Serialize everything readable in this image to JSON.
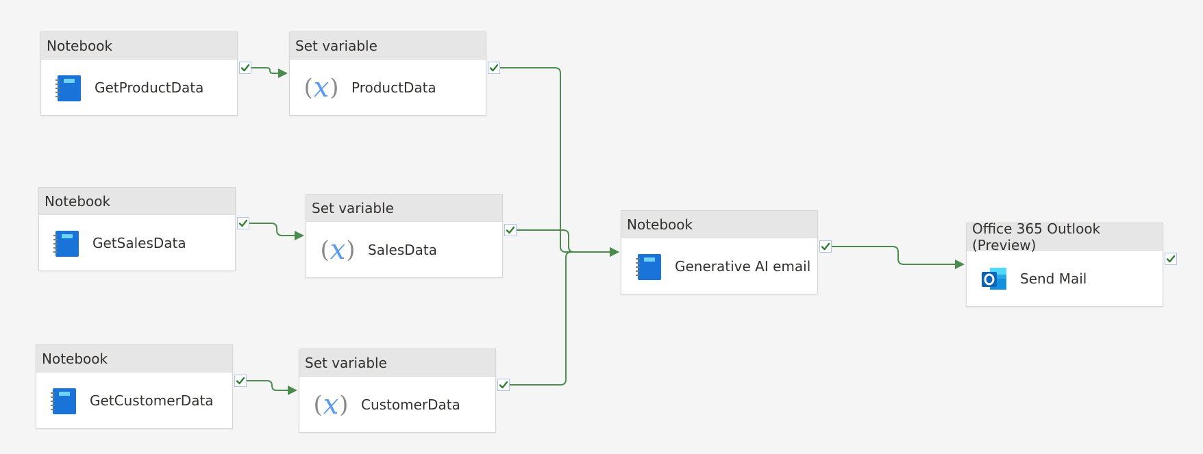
{
  "colors": {
    "connector": "#4a8c4e",
    "check": "#2e7d32",
    "header_bg": "#e6e6e6",
    "notebook_icon": "#1a73d9",
    "variable_x": "#5a9bf0"
  },
  "nodes": [
    {
      "id": "get-product-data",
      "type": "Notebook",
      "name": "GetProductData",
      "icon": "notebook-icon"
    },
    {
      "id": "set-product-data",
      "type": "Set variable",
      "name": "ProductData",
      "icon": "variable-icon"
    },
    {
      "id": "get-sales-data",
      "type": "Notebook",
      "name": "GetSalesData",
      "icon": "notebook-icon"
    },
    {
      "id": "set-sales-data",
      "type": "Set variable",
      "name": "SalesData",
      "icon": "variable-icon"
    },
    {
      "id": "get-customer-data",
      "type": "Notebook",
      "name": "GetCustomerData",
      "icon": "notebook-icon"
    },
    {
      "id": "set-customer-data",
      "type": "Set variable",
      "name": "CustomerData",
      "icon": "variable-icon"
    },
    {
      "id": "generative-ai-email",
      "type": "Notebook",
      "name": "Generative AI email",
      "icon": "notebook-icon"
    },
    {
      "id": "send-mail",
      "type": "Office 365 Outlook (Preview)",
      "name": "Send Mail",
      "icon": "outlook-icon"
    }
  ],
  "edges": [
    {
      "from": "get-product-data",
      "to": "set-product-data",
      "condition": "on-success"
    },
    {
      "from": "get-sales-data",
      "to": "set-sales-data",
      "condition": "on-success"
    },
    {
      "from": "get-customer-data",
      "to": "set-customer-data",
      "condition": "on-success"
    },
    {
      "from": "set-product-data",
      "to": "generative-ai-email",
      "condition": "on-success"
    },
    {
      "from": "set-sales-data",
      "to": "generative-ai-email",
      "condition": "on-success"
    },
    {
      "from": "set-customer-data",
      "to": "generative-ai-email",
      "condition": "on-success"
    },
    {
      "from": "generative-ai-email",
      "to": "send-mail",
      "condition": "on-success"
    }
  ]
}
